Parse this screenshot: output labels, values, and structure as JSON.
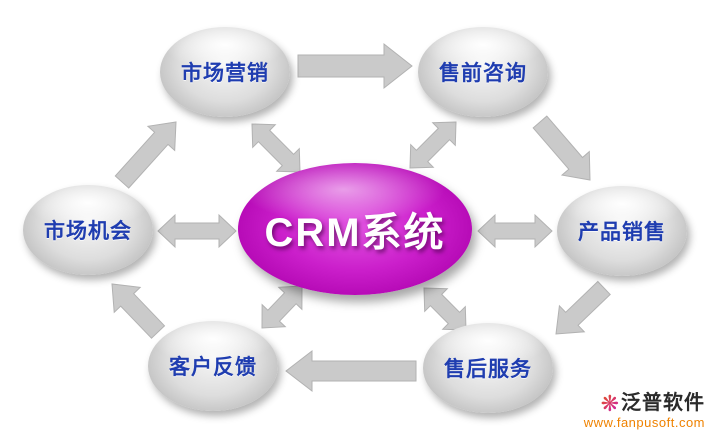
{
  "center": {
    "label": "CRM系统"
  },
  "nodes": [
    {
      "id": "marketing",
      "label": "市场营销"
    },
    {
      "id": "presales",
      "label": "售前咨询"
    },
    {
      "id": "market-opportunity",
      "label": "市场机会"
    },
    {
      "id": "product-sales",
      "label": "产品销售"
    },
    {
      "id": "customer-feedback",
      "label": "客户反馈"
    },
    {
      "id": "aftersales",
      "label": "售后服务"
    }
  ],
  "watermark": {
    "brand": "泛普软件",
    "site": "www.fanpusoft.com",
    "logo_glyph": "❋"
  },
  "colors": {
    "arrow_fill": "#cacaca",
    "arrow_edge": "#b2b2b2",
    "node_text": "#1f3db0",
    "center_fill": "#c715c7",
    "watermark_orange": "#ef8200"
  }
}
